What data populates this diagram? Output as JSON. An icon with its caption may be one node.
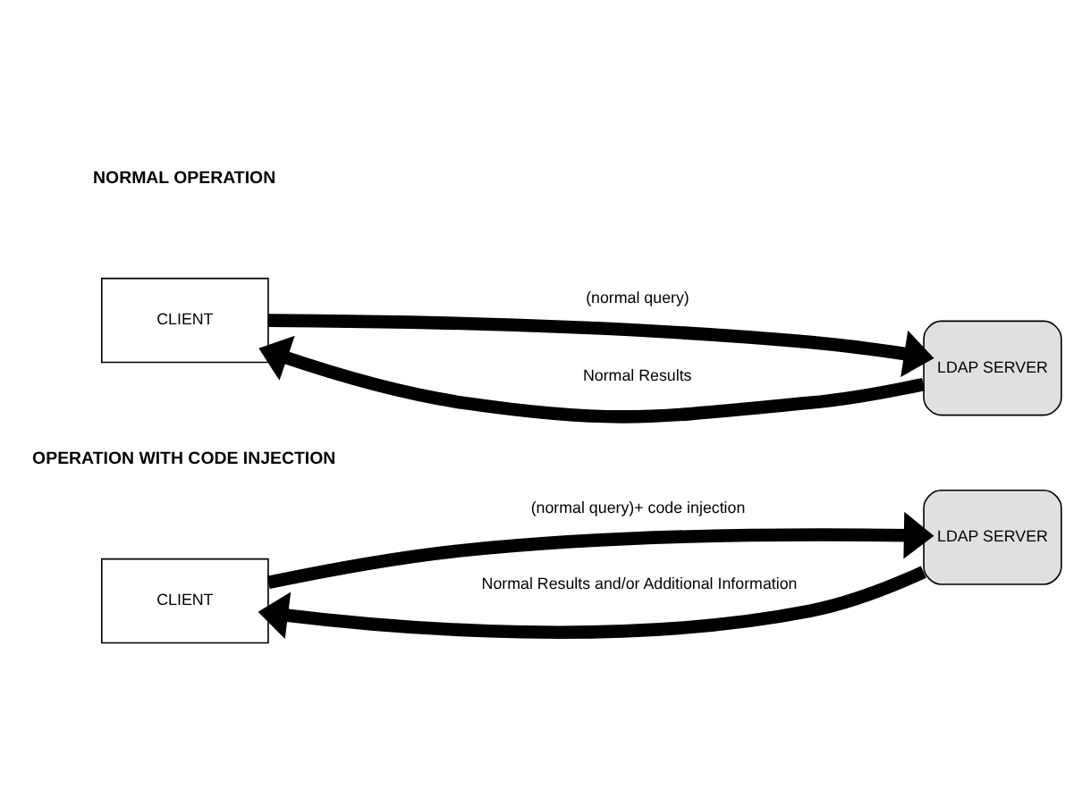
{
  "diagram": {
    "nodes": [
      {
        "text": [
          "CLIENT"
        ]
      },
      {
        "text": [
          "LDAP SERVER"
        ]
      },
      {
        "text": [
          "CLIENT"
        ]
      },
      {
        "text": [
          "LDAP SERVER"
        ]
      }
    ],
    "edges": [
      {
        "from": 0,
        "to": 1,
        "arrow": "to",
        "label": "(normal query)"
      },
      {
        "from": 1,
        "to": 0,
        "arrow": "to",
        "label": "Normal Results"
      },
      {
        "from": 2,
        "to": 3,
        "arrow": "to",
        "label": "(normal query)+ code injection"
      },
      {
        "from": 3,
        "to": 2,
        "arrow": "to",
        "label": "Normal Results and/or Additional Information"
      }
    ],
    "labels": [
      "NORMAL OPERATION",
      "OPERATION WITH CODE INJECTION"
    ]
  }
}
